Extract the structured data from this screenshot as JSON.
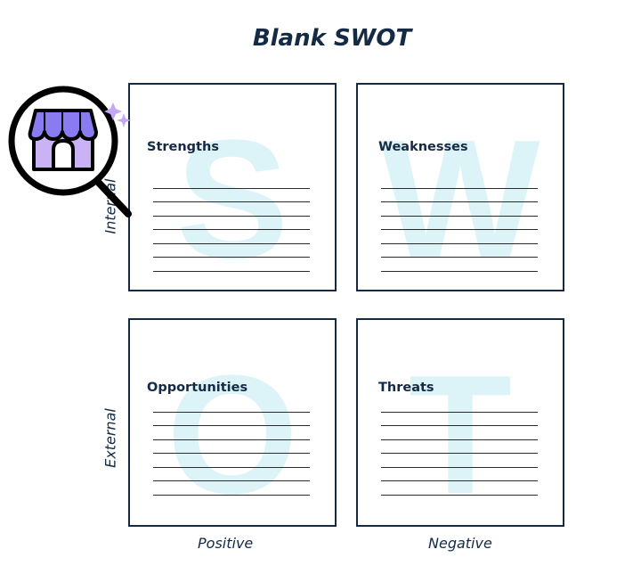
{
  "title": "Blank SWOT",
  "quadrants": [
    {
      "letter": "S",
      "label": "Strengths"
    },
    {
      "letter": "W",
      "label": "Weaknesses"
    },
    {
      "letter": "O",
      "label": "Opportunities"
    },
    {
      "letter": "T",
      "label": "Threats"
    }
  ],
  "axes": {
    "row_labels": [
      "Internal",
      "External"
    ],
    "column_labels": [
      "Positive",
      "Negative"
    ]
  },
  "icons": {
    "magnifier": "magnifying-glass-storefront-icon",
    "sparkle": "sparkle-icon"
  },
  "colors": {
    "border": "#142a45",
    "watermark_letter": "#dcf4f7",
    "store_awning": "#8a7cf0",
    "store_body": "#c9b3f5",
    "sparkle": "#c3a6f4"
  }
}
